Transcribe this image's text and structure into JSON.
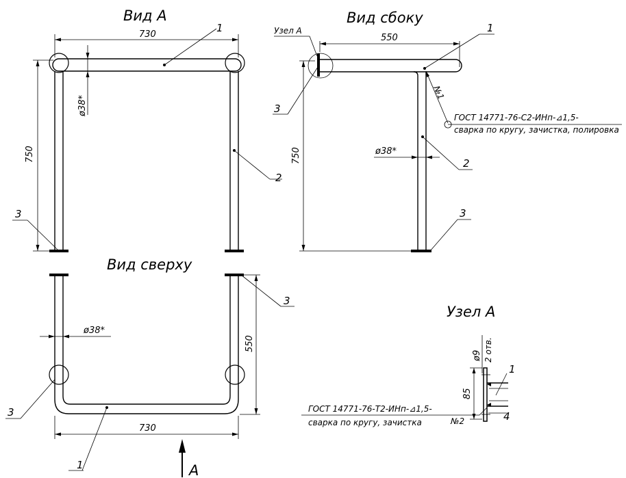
{
  "titles": {
    "view_a": "Вид А",
    "view_side": "Вид сбоку",
    "view_top": "Вид сверху",
    "node_a": "Узел А"
  },
  "dims": {
    "width_730": "730",
    "height_750": "750",
    "depth_550": "550",
    "diameter_38": "ø38*",
    "hole_9": "ø9",
    "holes_count": "2 отв.",
    "dim_85": "85"
  },
  "leaders": {
    "pos1": "1",
    "pos2": "2",
    "pos3": "3",
    "pos4": "4",
    "node_a_ref": "Узел А",
    "arrow_a": "A"
  },
  "welds": {
    "weld1_line1": "ГОСТ 14771-76-С2-ИНп-⊿1,5-",
    "weld1_line2": "сварка по кругу, зачистка, полировка",
    "weld1_mark": "№1",
    "weld2_line1": "ГОСТ 14771-76-Т2-ИНп-⊿1,5-",
    "weld2_line2": "сварка по кругу, зачистка",
    "weld2_mark": "№2"
  }
}
